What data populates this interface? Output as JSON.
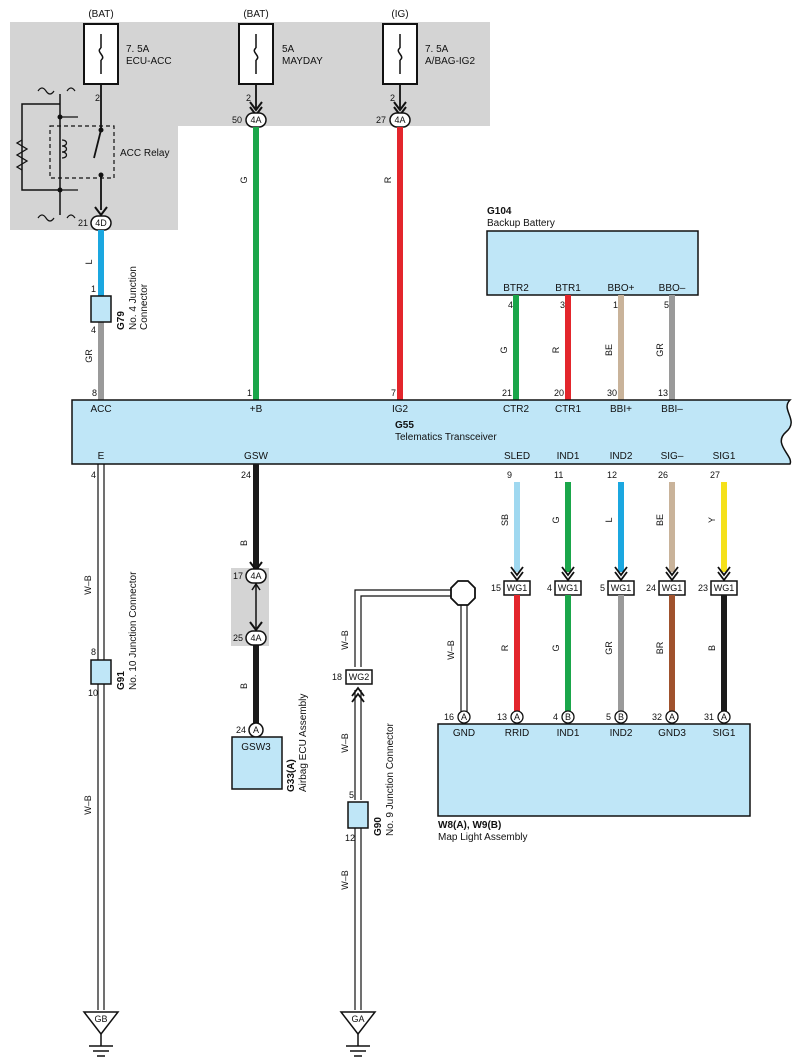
{
  "fuses": [
    {
      "source": "(BAT)",
      "rating": "7. 5A",
      "name": "ECU-ACC",
      "pin": "2"
    },
    {
      "source": "(BAT)",
      "rating": "5A",
      "name": "MAYDAY",
      "pin": "2"
    },
    {
      "source": "(IG)",
      "rating": "7. 5A",
      "name": "A/BAG-IG2",
      "pin": "2"
    }
  ],
  "relay": {
    "label": "ACC Relay"
  },
  "top_connectors": [
    {
      "pin": "21",
      "code": "4D"
    },
    {
      "pin": "50",
      "code": "4A"
    },
    {
      "pin": "27",
      "code": "4A"
    }
  ],
  "g79": {
    "code": "G79",
    "name_line1": "No. 4 Junction",
    "name_line2": "Connector",
    "pin_top": "1",
    "pin_bottom": "4"
  },
  "g104": {
    "code": "G104",
    "name": "Backup Battery",
    "pins": [
      {
        "label": "BTR2",
        "num": "4"
      },
      {
        "label": "BTR1",
        "num": "3"
      },
      {
        "label": "BBO+",
        "num": "1"
      },
      {
        "label": "BBO–",
        "num": "5"
      }
    ]
  },
  "g55": {
    "code": "G55",
    "name": "Telematics Transceiver",
    "top_pins": [
      {
        "label": "ACC",
        "num": "8"
      },
      {
        "label": "+B",
        "num": "1"
      },
      {
        "label": "IG2",
        "num": "7"
      },
      {
        "label": "CTR2",
        "num": "21"
      },
      {
        "label": "CTR1",
        "num": "20"
      },
      {
        "label": "BBI+",
        "num": "30"
      },
      {
        "label": "BBI–",
        "num": "13"
      }
    ],
    "bottom_pins": [
      {
        "label": "E",
        "num": "4"
      },
      {
        "label": "GSW",
        "num": "24"
      },
      {
        "label": "SLED",
        "num": "9"
      },
      {
        "label": "IND1",
        "num": "11"
      },
      {
        "label": "IND2",
        "num": "12"
      },
      {
        "label": "SIG–",
        "num": "26"
      },
      {
        "label": "SIG1",
        "num": "27"
      }
    ]
  },
  "wire_colors": {
    "acc_top": "L",
    "acc_mid": "GR",
    "plus_b": "G",
    "ig2": "R",
    "ctr2": "G",
    "ctr1": "R",
    "bbi_plus": "BE",
    "bbi_minus": "GR",
    "e": "W–B",
    "e2": "W–B",
    "gsw": "B",
    "gsw2": "B",
    "sled": "SB",
    "ind1": "G",
    "ind2": "L",
    "sig_minus": "BE",
    "sig1": "Y",
    "rrid": "R",
    "ind1b": "G",
    "ind2b": "GR",
    "gnd3": "BR",
    "sig1b": "B",
    "gnd_a": "W–B",
    "gnd_b": "W–B",
    "gnd_c": "W–B",
    "gnd_d": "W–B"
  },
  "palette": {
    "green": "#1aa64a",
    "red": "#e3262c",
    "blue": "#1ba7e0",
    "gray": "#9a9a9a",
    "beige": "#c9b39a",
    "lightblue": "#9fd8f0",
    "yellow": "#f5e11a",
    "brown": "#a0522d",
    "black": "#1a1a1a",
    "box": "#bfe6f7",
    "shade": "#d4d4d4"
  },
  "airbag_connectors": [
    {
      "pin": "17",
      "code": "4A"
    },
    {
      "pin": "25",
      "code": "4A"
    }
  ],
  "g33": {
    "code": "G33(A)",
    "name": "Airbag ECU Assembly",
    "pin": "24",
    "letter": "A",
    "box_label": "GSW3"
  },
  "g91": {
    "code": "G91",
    "name": "No. 10 Junction Connector",
    "pin_top": "8",
    "pin_bottom": "10"
  },
  "g90": {
    "code": "G90",
    "name": "No. 9 Junction Connector",
    "pin_top": "5",
    "pin_bottom": "12"
  },
  "wg2": {
    "pin": "18",
    "code": "WG2"
  },
  "wg1": [
    {
      "pin": "15",
      "code": "WG1"
    },
    {
      "pin": "4",
      "code": "WG1"
    },
    {
      "pin": "5",
      "code": "WG1"
    },
    {
      "pin": "24",
      "code": "WG1"
    },
    {
      "pin": "23",
      "code": "WG1"
    }
  ],
  "map_light": {
    "code": "W8(A), W9(B)",
    "name": "Map Light Assembly",
    "pins": [
      {
        "label": "GND",
        "num": "16",
        "letter": "A"
      },
      {
        "label": "RRID",
        "num": "13",
        "letter": "A"
      },
      {
        "label": "IND1",
        "num": "4",
        "letter": "B"
      },
      {
        "label": "IND2",
        "num": "5",
        "letter": "B"
      },
      {
        "label": "GND3",
        "num": "32",
        "letter": "A"
      },
      {
        "label": "SIG1",
        "num": "31",
        "letter": "A"
      }
    ]
  },
  "grounds": [
    {
      "code": "GB"
    },
    {
      "code": "GA"
    }
  ]
}
